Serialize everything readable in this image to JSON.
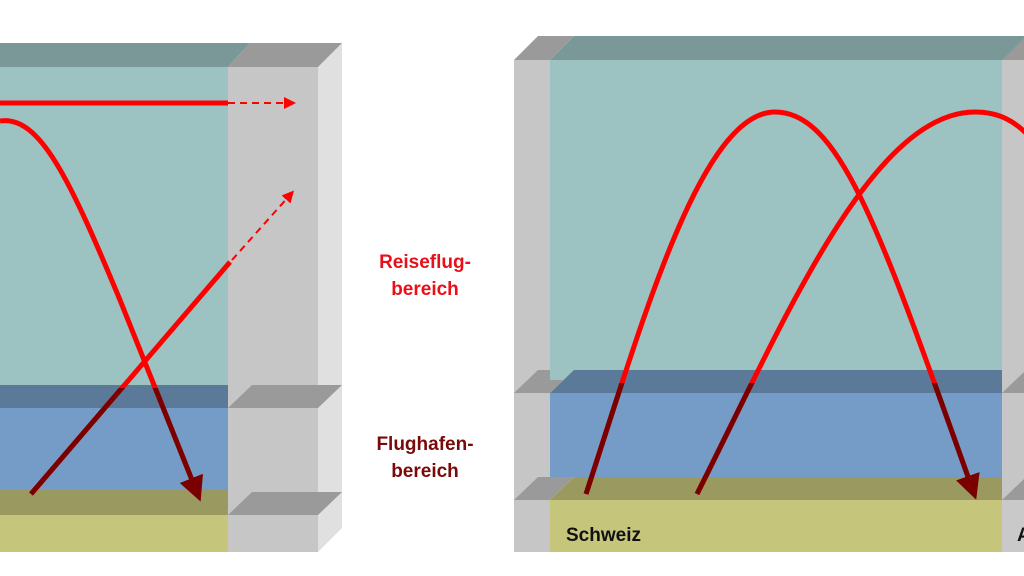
{
  "labels": {
    "cruise_line1": "Reiseflug-",
    "cruise_line2": "bereich",
    "airport_line1": "Flughafen-",
    "airport_line2": "bereich",
    "country_left": "Schweiz",
    "country_right_partial": "A"
  },
  "colors": {
    "cruise_text": "#e8101a",
    "airport_text": "#7a0a0a",
    "flight_path": "#ff0000",
    "flight_path_low": "#7a0000"
  }
}
